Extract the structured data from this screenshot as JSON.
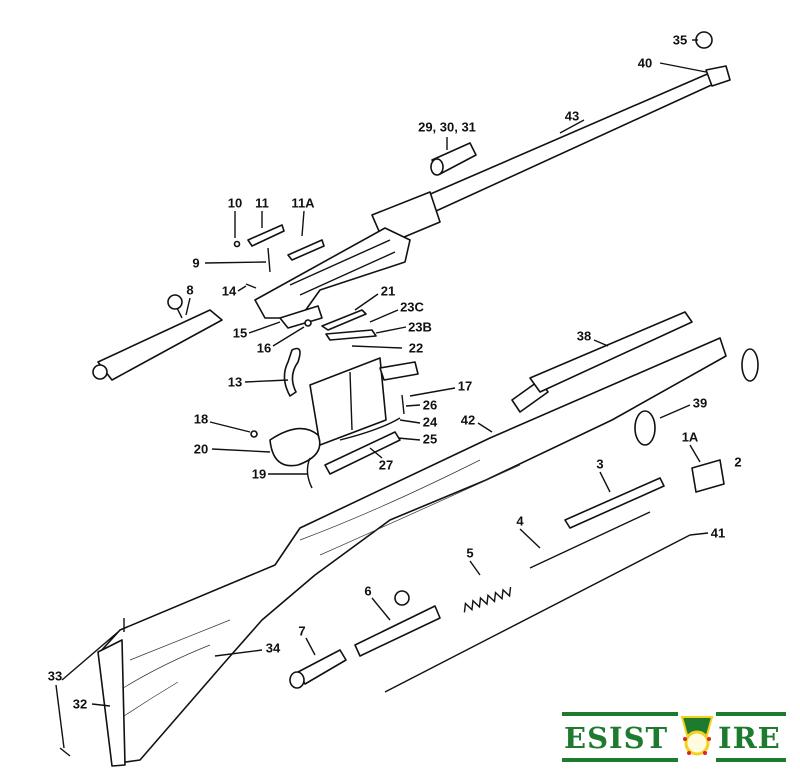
{
  "diagram": {
    "labels": {
      "p35": "35",
      "p40": "40",
      "p43": "43",
      "p29": "29, 30, 31",
      "p10": "10",
      "p11": "11",
      "p11a": "11A",
      "p9": "9",
      "p8": "8",
      "p14": "14",
      "p21": "21",
      "p23c": "23C",
      "p15": "15",
      "p23b": "23B",
      "p16": "16",
      "p22": "22",
      "p38": "38",
      "p13": "13",
      "p17": "17",
      "p39": "39",
      "p26": "26",
      "p42": "42",
      "p18": "18",
      "p24": "24",
      "p25": "25",
      "p1a": "1A",
      "p2": "2",
      "p20": "20",
      "p27": "27",
      "p3": "3",
      "p19": "19",
      "p4": "4",
      "p41": "41",
      "p5": "5",
      "p6": "6",
      "p7": "7",
      "p34": "34",
      "p33": "33",
      "p32": "32"
    }
  },
  "logo": {
    "text_left": "ESIST",
    "text_right": "IRE",
    "green": "#1e7a2e",
    "gold": "#f2d21b",
    "red": "#d8262b"
  }
}
